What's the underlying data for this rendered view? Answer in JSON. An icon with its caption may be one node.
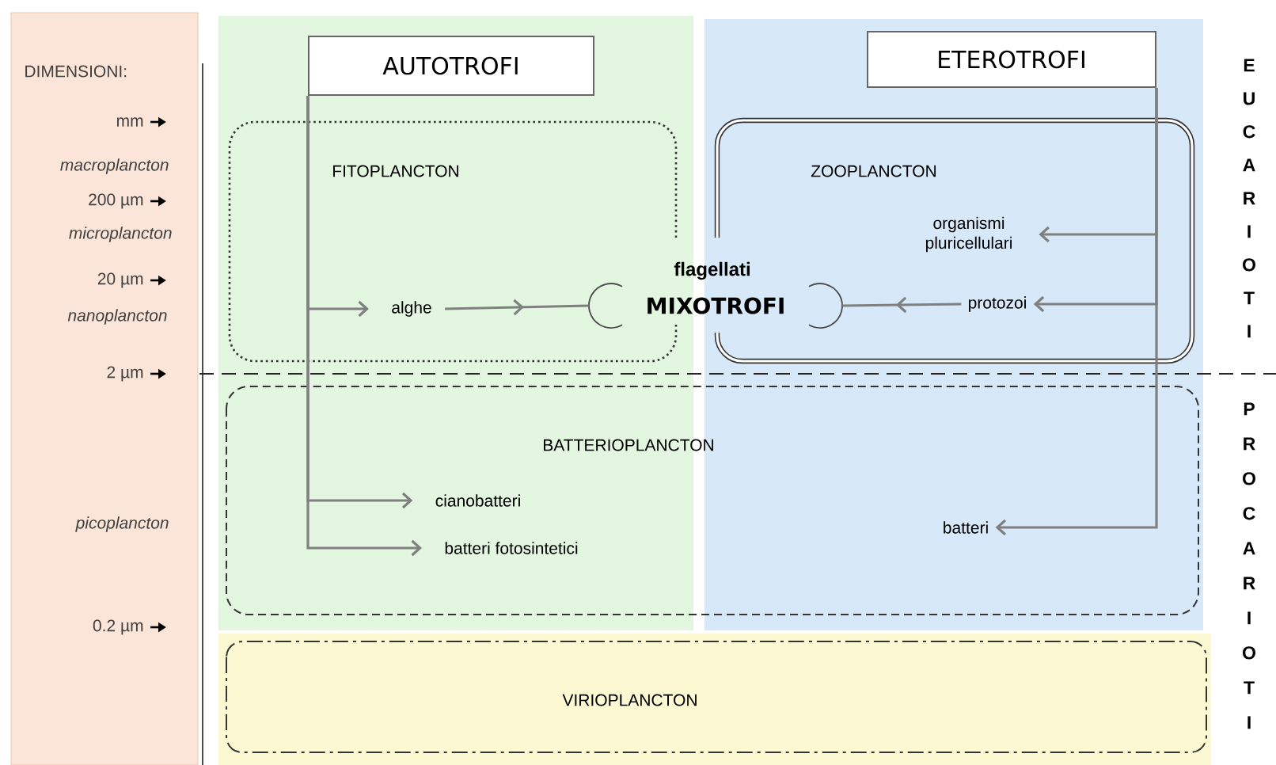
{
  "diagram": {
    "nodes": [
      {
        "text": [
          "DIMENSIONI:",
          "mm",
          "macroplancton",
          "200 µm",
          "microplancton",
          "20 µm",
          "nanoplancton",
          "2 µm",
          "picoplancton",
          "0.2 µm"
        ]
      },
      {
        "text": [
          "AUTOTROFI"
        ]
      },
      {
        "text": [
          "ETEROTROFI"
        ]
      },
      {
        "text": [
          "FITOPLANCTON"
        ]
      },
      {
        "text": [
          "alghe"
        ],
        "in": 3
      },
      {
        "text": [
          "ZOOPLANCTON"
        ]
      },
      {
        "text": [
          "organismi pluricellulari"
        ],
        "in": 5
      },
      {
        "text": [
          "protozoi"
        ],
        "in": 5
      },
      {
        "text": [
          "flagellati",
          "MIXOTROFI"
        ]
      },
      {
        "text": [
          "BATTERIOPLANCTON"
        ]
      },
      {
        "text": [
          "cianobatteri"
        ],
        "in": 9
      },
      {
        "text": [
          "batteri fotosintetici"
        ],
        "in": 9
      },
      {
        "text": [
          "batteri"
        ],
        "in": 9
      },
      {
        "text": [
          "VIRIOPLANCTON"
        ]
      }
    ],
    "edges": [
      {
        "from": 1,
        "to": 4,
        "arrow": "to"
      },
      {
        "from": 1,
        "to": 10,
        "arrow": "to"
      },
      {
        "from": 1,
        "to": 11,
        "arrow": "to"
      },
      {
        "from": 4,
        "to": 8,
        "arrow": "to"
      },
      {
        "from": 2,
        "to": 6,
        "arrow": "to"
      },
      {
        "from": 2,
        "to": 7,
        "arrow": "to"
      },
      {
        "from": 2,
        "to": 12,
        "arrow": "to"
      },
      {
        "from": 7,
        "to": 8,
        "arrow": "to"
      }
    ],
    "labels": [
      "EUCARIOTI",
      "PROCARIOTI"
    ]
  }
}
